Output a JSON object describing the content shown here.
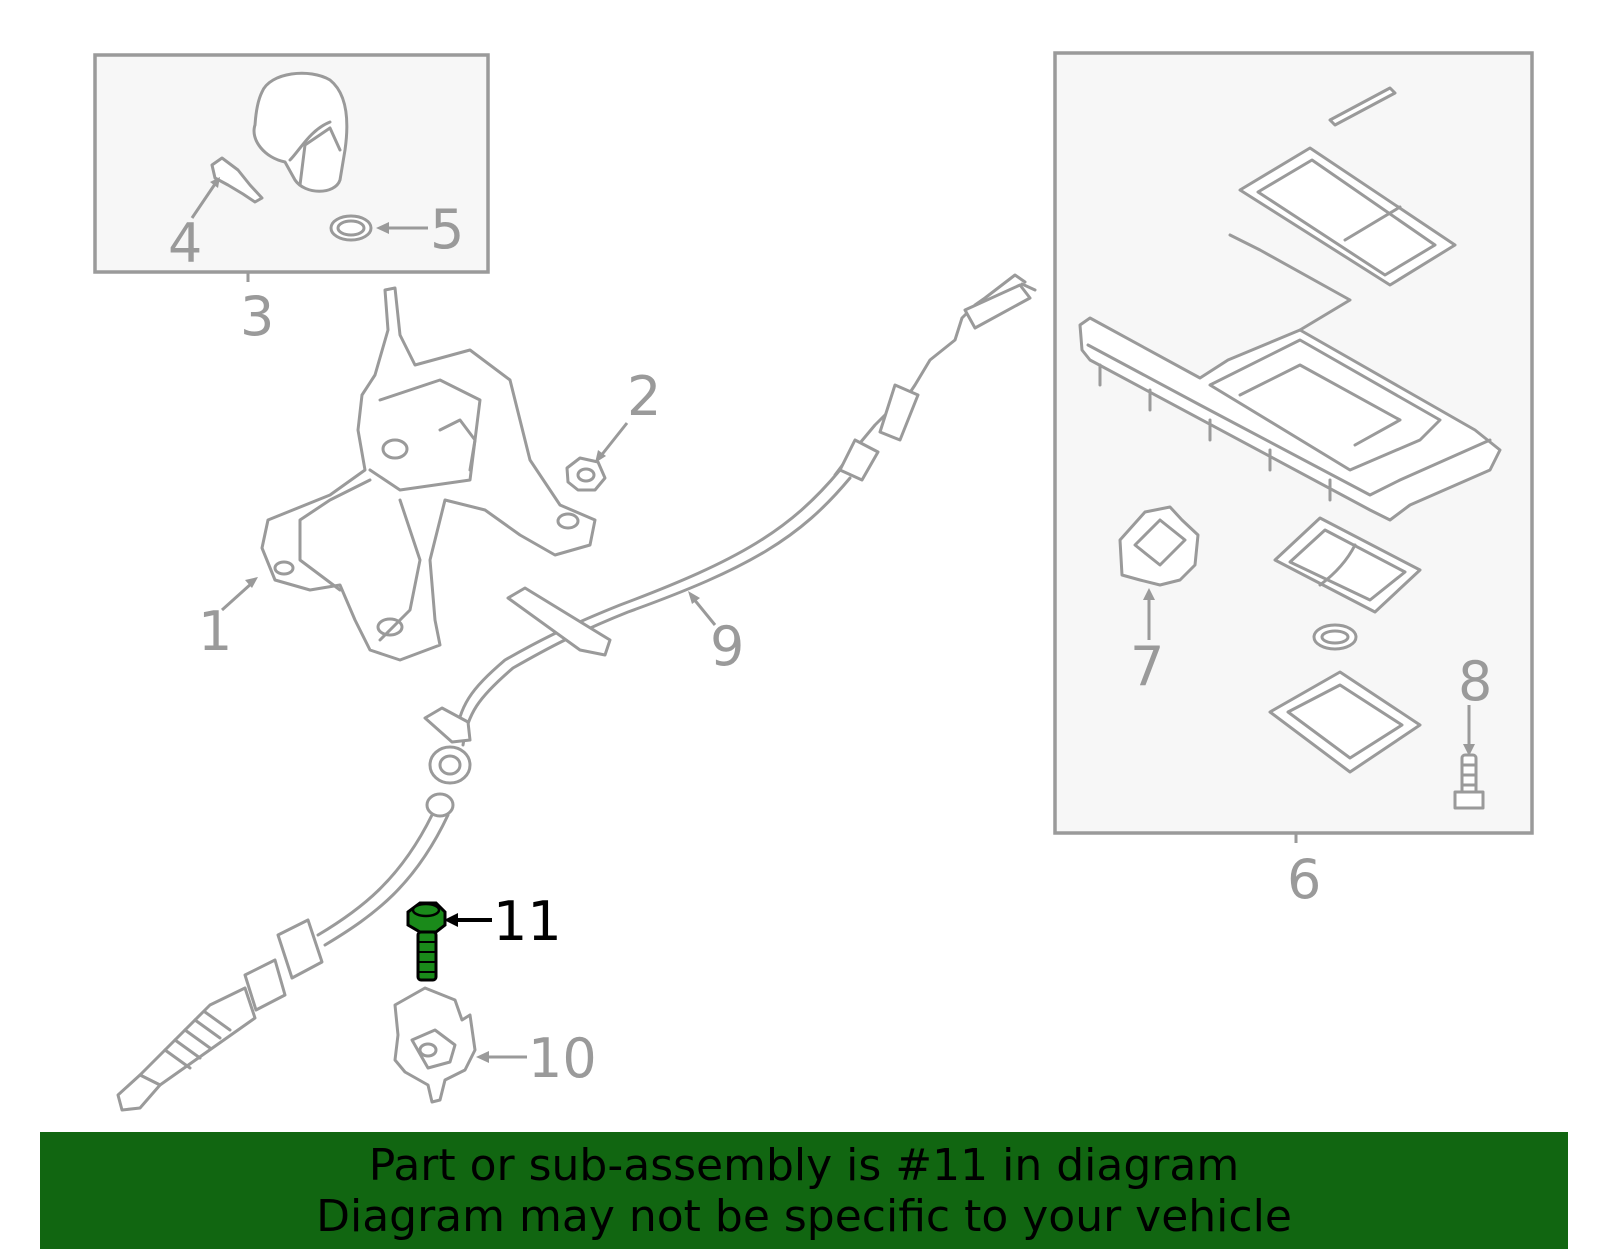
{
  "callouts": {
    "c1": "1",
    "c2": "2",
    "c3": "3",
    "c4": "4",
    "c5": "5",
    "c6": "6",
    "c7": "7",
    "c8": "8",
    "c9": "9",
    "c10": "10",
    "c11": "11"
  },
  "highlighted_part": "11",
  "colors": {
    "line": "#9a9a9a",
    "highlight_part": "#1a8a1a",
    "banner": "#116611",
    "banner_text": "#000000"
  },
  "banner": {
    "line1": "Part or sub-assembly is #11 in diagram",
    "line2": "Diagram may not be specific to your vehicle"
  }
}
